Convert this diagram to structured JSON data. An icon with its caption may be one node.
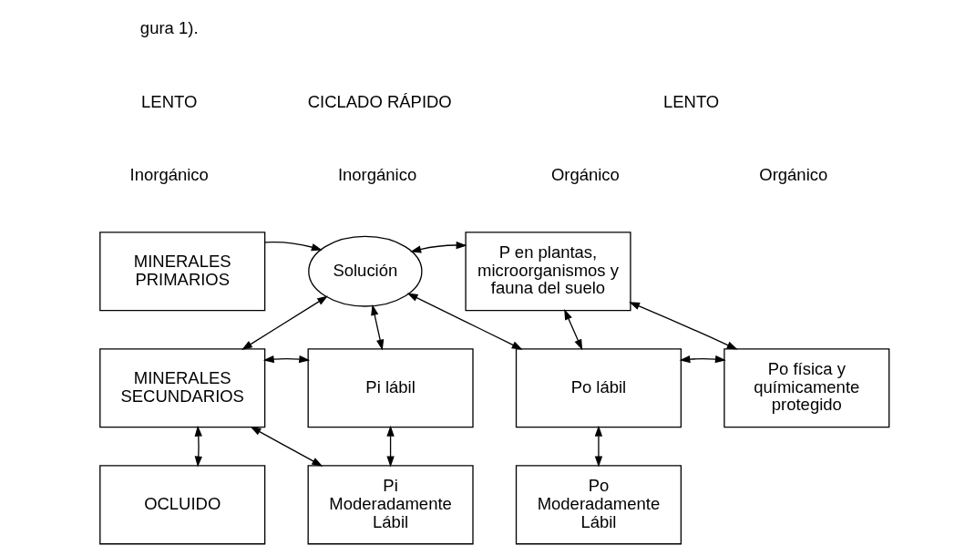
{
  "diagram": {
    "nodes": [
      {
        "text": [
          "MINERALES PRIMARIOS"
        ]
      },
      {
        "text": [
          "Solución"
        ]
      },
      {
        "text": [
          "P en plantas, microorganismos y fauna del suelo"
        ]
      },
      {
        "text": [
          "MINERALES SECUNDARIOS"
        ]
      },
      {
        "text": [
          "Pi lábil"
        ]
      },
      {
        "text": [
          "Po lábil"
        ]
      },
      {
        "text": [
          "Po física y químicamente protegido"
        ]
      },
      {
        "text": [
          "OCLUIDO"
        ]
      },
      {
        "text": [
          "Pi Moderadamente Lábil"
        ]
      },
      {
        "text": [
          "Po Moderadamente Lábil"
        ]
      }
    ],
    "edges": [
      {
        "from": 0,
        "to": 1,
        "arrow": "to"
      },
      {
        "from": 1,
        "to": 2,
        "arrow": "both"
      },
      {
        "from": 3,
        "to": 1,
        "arrow": "both"
      },
      {
        "from": 1,
        "to": 4,
        "arrow": "both"
      },
      {
        "from": 1,
        "to": 5,
        "arrow": "both"
      },
      {
        "from": 2,
        "to": 5,
        "arrow": "both"
      },
      {
        "from": 2,
        "to": 6,
        "arrow": "both"
      },
      {
        "from": 3,
        "to": 4,
        "arrow": "both"
      },
      {
        "from": 5,
        "to": 6,
        "arrow": "both"
      },
      {
        "from": 3,
        "to": 7,
        "arrow": "both"
      },
      {
        "from": 3,
        "to": 8,
        "arrow": "both"
      },
      {
        "from": 4,
        "to": 8,
        "arrow": "both"
      },
      {
        "from": 5,
        "to": 9,
        "arrow": "both"
      }
    ],
    "labels": [
      "gura 1).",
      "LENTO",
      "CICLADO RÁPIDO",
      "LENTO",
      "Inorgánico",
      "Inorgánico",
      "Orgánico",
      "Orgánico"
    ]
  }
}
